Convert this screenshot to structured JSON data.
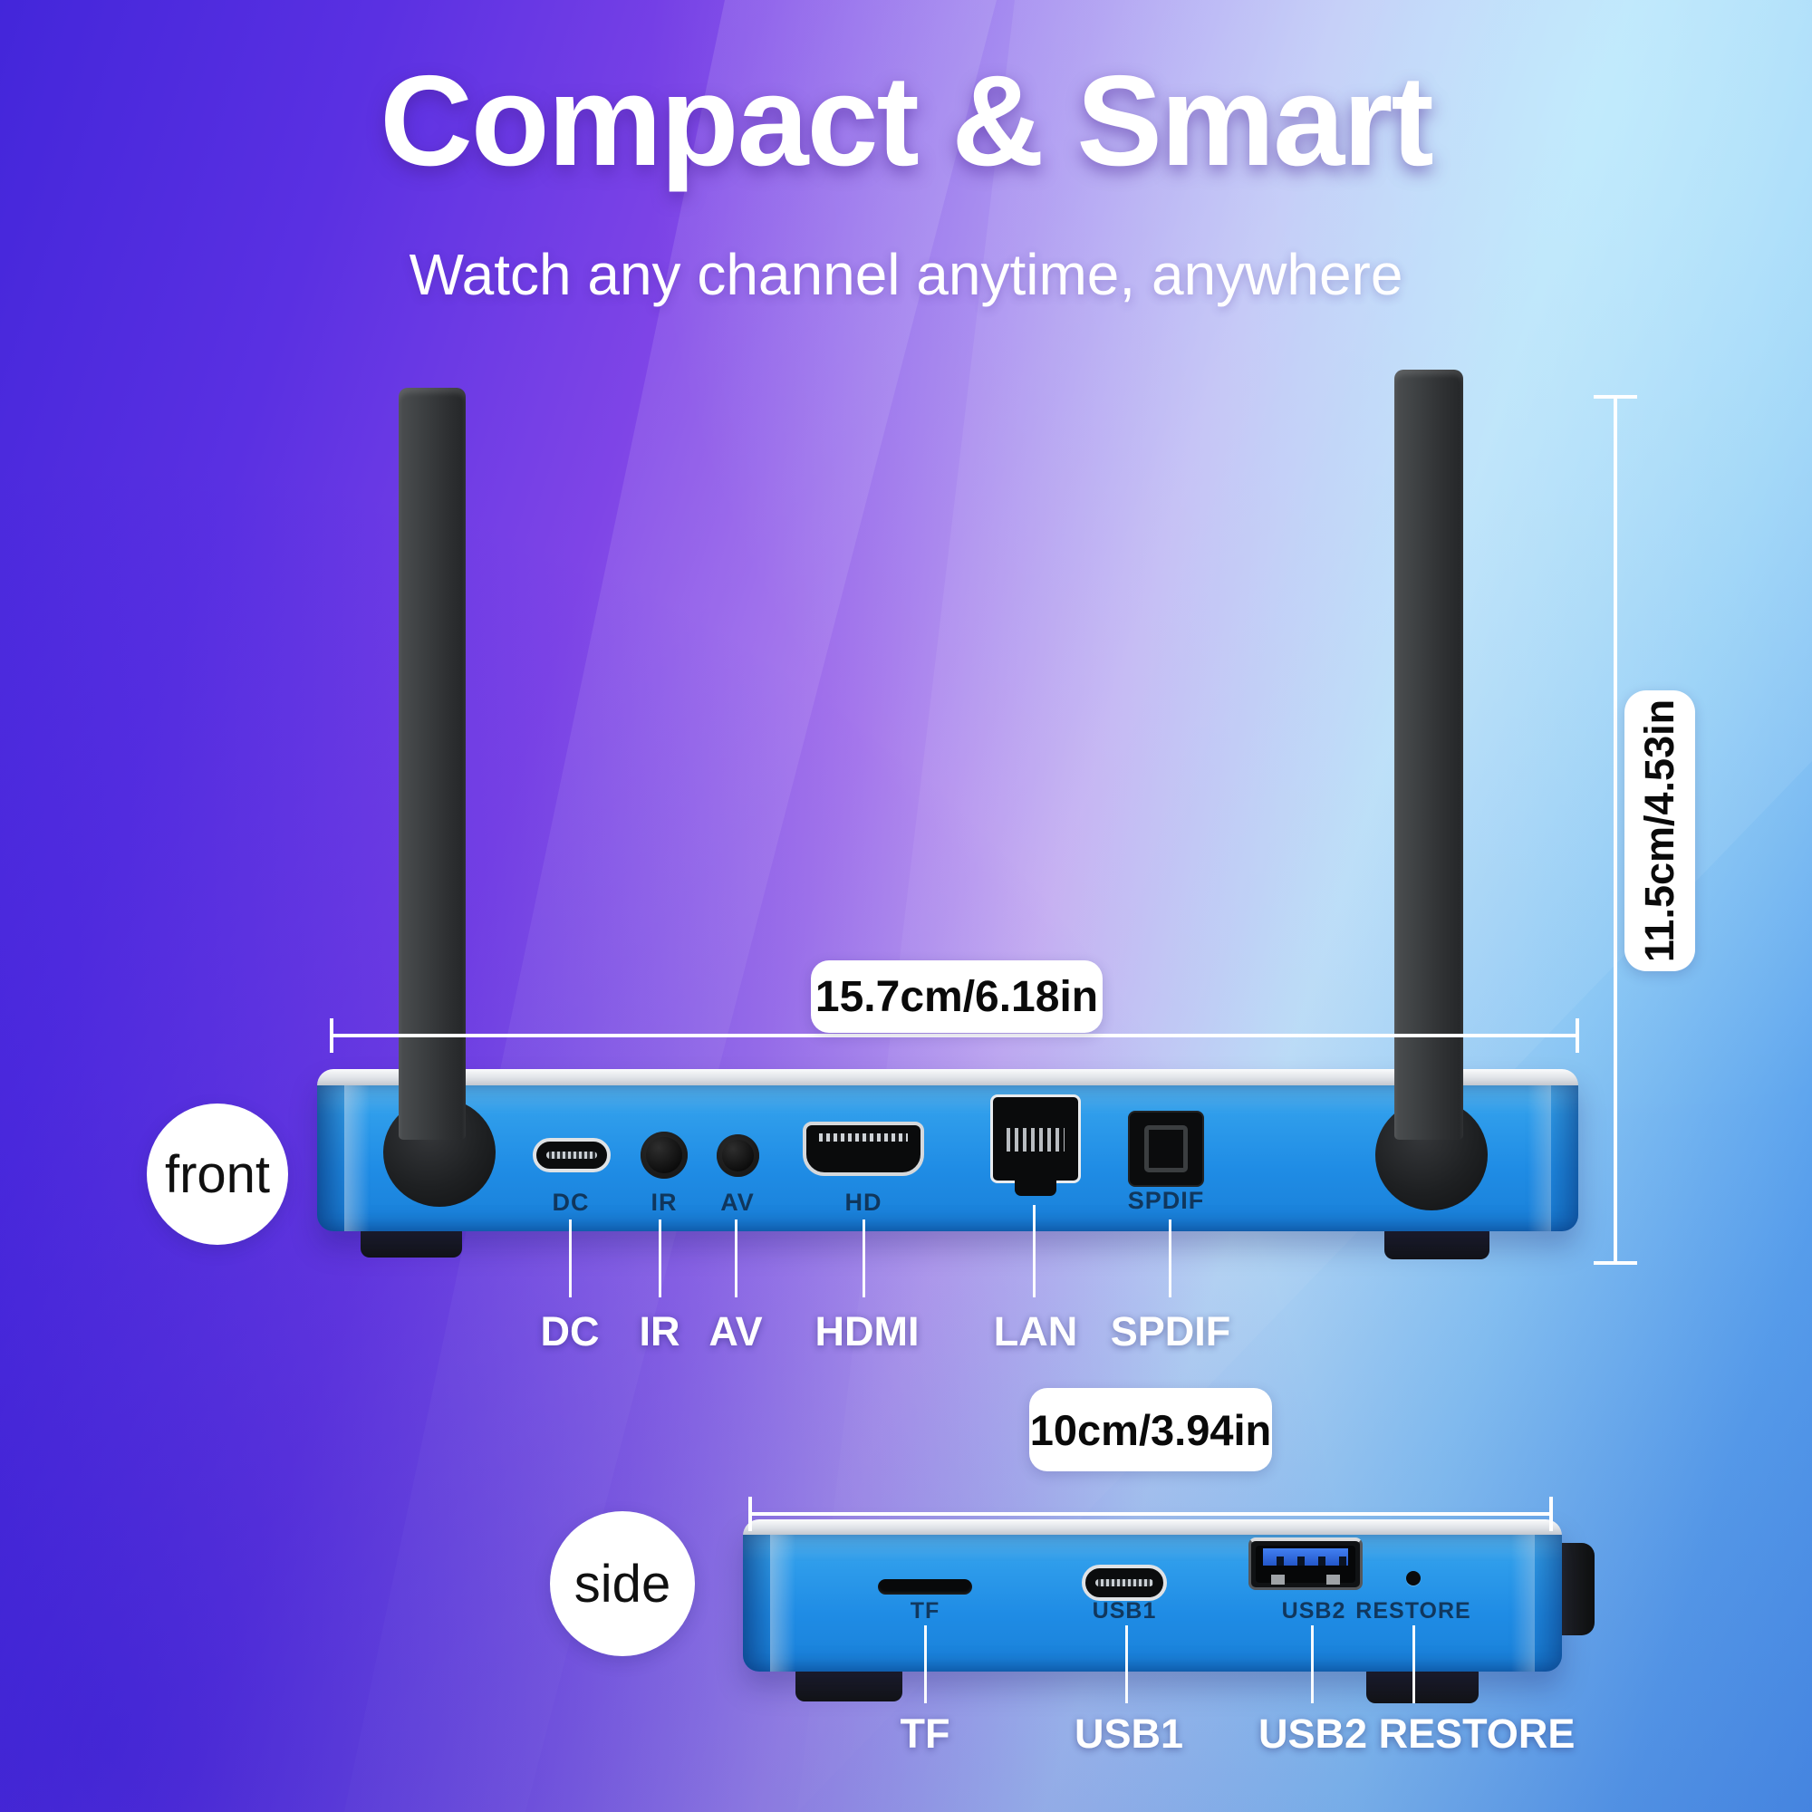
{
  "header": {
    "title": "Compact & Smart",
    "subtitle": "Watch any channel anytime, anywhere"
  },
  "front_view": {
    "view_label": "front",
    "width_dimension": "15.7cm/6.18in",
    "height_dimension": "11.5cm/4.53in",
    "ports": [
      {
        "id": "dc",
        "device_label": "DC",
        "callout": "DC"
      },
      {
        "id": "ir",
        "device_label": "IR",
        "callout": "IR"
      },
      {
        "id": "av",
        "device_label": "AV",
        "callout": "AV"
      },
      {
        "id": "hdmi",
        "device_label": "HD",
        "callout": "HDMI"
      },
      {
        "id": "lan",
        "device_label": "",
        "callout": "LAN"
      },
      {
        "id": "spdif",
        "device_label": "SPDIF",
        "callout": "SPDIF"
      }
    ]
  },
  "side_view": {
    "view_label": "side",
    "width_dimension": "10cm/3.94in",
    "ports": [
      {
        "id": "tf",
        "device_label": "TF",
        "callout": "TF"
      },
      {
        "id": "usb1",
        "device_label": "USB1",
        "callout": "USB1"
      },
      {
        "id": "usb2",
        "device_label": "USB2",
        "callout": "USB2"
      },
      {
        "id": "restore",
        "device_label": "RESTORE",
        "callout": "RESTORE"
      }
    ]
  },
  "colors": {
    "background_left": "#4326da",
    "background_purple": "#a678ec",
    "background_top_right": "#b7ecfa",
    "background_bottom_right": "#4b93ea",
    "device_blue": "#1f8ce5",
    "antenna_gray": "#3d4042",
    "dimension_text": "#0a0a0a",
    "on_device_label": "#0f2c4b"
  }
}
